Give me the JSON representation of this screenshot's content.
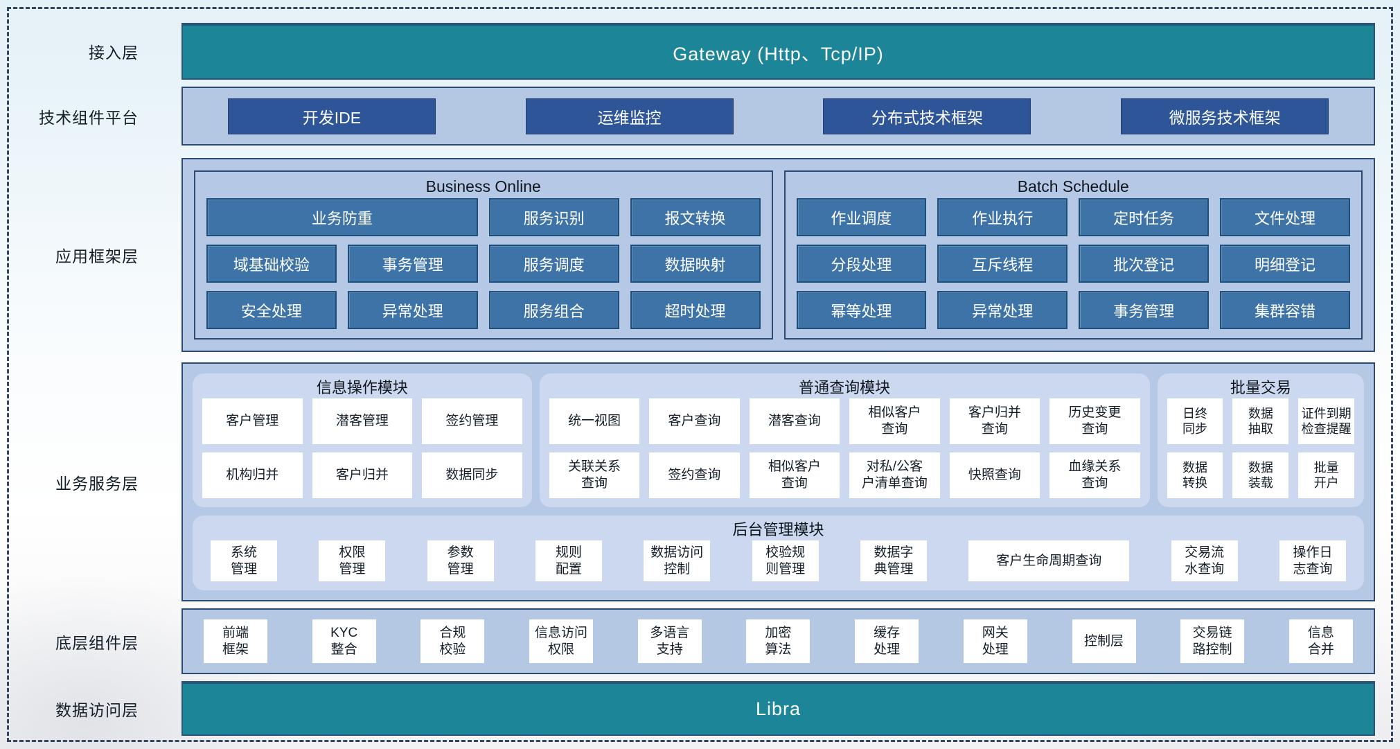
{
  "colors": {
    "teal_bar": "#1d8598",
    "dark_blue_button": "#2e5597",
    "mid_blue_button": "#3e73a8",
    "panel_blue": "#b5c9e6",
    "module_panel_blue": "#ccd8f0",
    "border_navy": "#2b4a74",
    "white_box": "#ffffff"
  },
  "layers": {
    "access": {
      "label": "接入层",
      "bar_text": "Gateway (Http、Tcp/IP)"
    },
    "tech": {
      "label": "技术组件平台",
      "items": [
        "开发IDE",
        "运维监控",
        "分布式技术框架",
        "微服务技术框架"
      ]
    },
    "framework": {
      "label": "应用框架层",
      "sections": [
        {
          "title": "Business Online",
          "items": [
            "业务防重",
            "服务识别",
            "报文转换",
            "域基础校验",
            "事务管理",
            "服务调度",
            "数据映射",
            "安全处理",
            "异常处理",
            "服务组合",
            "超时处理"
          ]
        },
        {
          "title": "Batch Schedule",
          "items": [
            "作业调度",
            "作业执行",
            "定时任务",
            "文件处理",
            "分段处理",
            "互斥线程",
            "批次登记",
            "明细登记",
            "幂等处理",
            "异常处理",
            "事务管理",
            "集群容错"
          ]
        }
      ]
    },
    "service": {
      "label": "业务服务层",
      "modules": [
        {
          "title": "信息操作模块",
          "items": [
            "客户管理",
            "潜客管理",
            "签约管理",
            "机构归并",
            "客户归并",
            "数据同步"
          ]
        },
        {
          "title": "普通查询模块",
          "items": [
            "统一视图",
            "客户查询",
            "潜客查询",
            "相似客户\n查询",
            "客户归并\n查询",
            "历史变更\n查询",
            "关联关系\n查询",
            "签约查询",
            "相似客户\n查询",
            "对私/公客\n户清单查询",
            "快照查询",
            "血缘关系\n查询"
          ]
        },
        {
          "title": "批量交易",
          "items": [
            "日终\n同步",
            "数据\n抽取",
            "证件到期\n检查提醒",
            "数据\n转换",
            "数据\n装载",
            "批量\n开户"
          ]
        }
      ],
      "admin": {
        "title": "后台管理模块",
        "items": [
          "系统\n管理",
          "权限\n管理",
          "参数\n管理",
          "规则\n配置",
          "数据访问\n控制",
          "校验规\n则管理",
          "数据字\n典管理",
          "客户生命周期查询",
          "交易流\n水查询",
          "操作日\n志查询"
        ]
      }
    },
    "component": {
      "label": "底层组件层",
      "items": [
        "前端\n框架",
        "KYC\n整合",
        "合规\n校验",
        "信息访问\n权限",
        "多语言\n支持",
        "加密\n算法",
        "缓存\n处理",
        "网关\n处理",
        "控制层",
        "交易链\n路控制",
        "信息\n合并"
      ]
    },
    "data": {
      "label": "数据访问层",
      "bar_text": "Libra"
    }
  }
}
